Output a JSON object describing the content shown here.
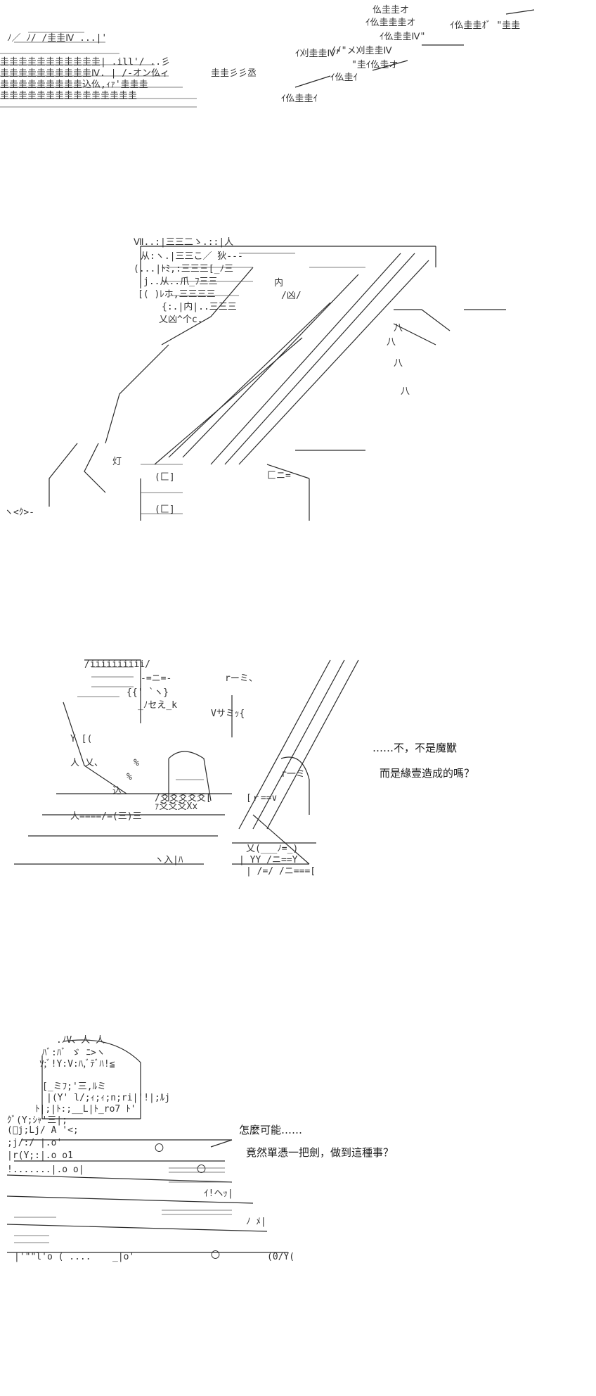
{
  "panels": [
    {
      "dialogue": []
    },
    {
      "dialogue": []
    },
    {
      "dialogue": [
        "……不，不是魔獸",
        "而是緣壹造成的嗎？"
      ]
    },
    {
      "dialogue": [
        "怎麼可能……",
        "竟然單憑一把劍，做到這種事？"
      ]
    }
  ]
}
